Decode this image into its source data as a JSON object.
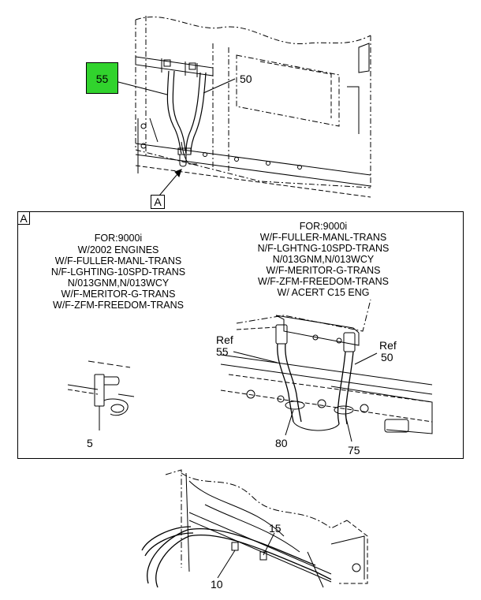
{
  "view_marker": "A",
  "detail_label": "A",
  "callouts": {
    "c55_top": "55",
    "c50_top": "50",
    "c5": "5",
    "c80": "80",
    "c75": "75",
    "c55_ref_word": "Ref",
    "c55_ref": "55",
    "c50_ref_word": "Ref",
    "c50_ref": "50",
    "c15": "15",
    "c10": "10"
  },
  "notes": {
    "left": [
      "FOR:9000i",
      "W/2002 ENGINES",
      "W/F-FULLER-MANL-TRANS",
      "N/F-LGHTING-10SPD-TRANS",
      "N/013GNM,N/013WCY",
      "W/F-MERITOR-G-TRANS",
      "W/F-ZFM-FREEDOM-TRANS"
    ],
    "right": [
      "FOR:9000i",
      "W/F-FULLER-MANL-TRANS",
      "N/F-LGHTNG-10SPD-TRANS",
      "N/013GNM,N/013WCY",
      "W/F-MERITOR-G-TRANS",
      "W/F-ZFM-FREEDOM-TRANS",
      "W/ ACERT C15 ENG"
    ]
  },
  "colors": {
    "highlight": "#31d32d",
    "line": "#000000"
  }
}
